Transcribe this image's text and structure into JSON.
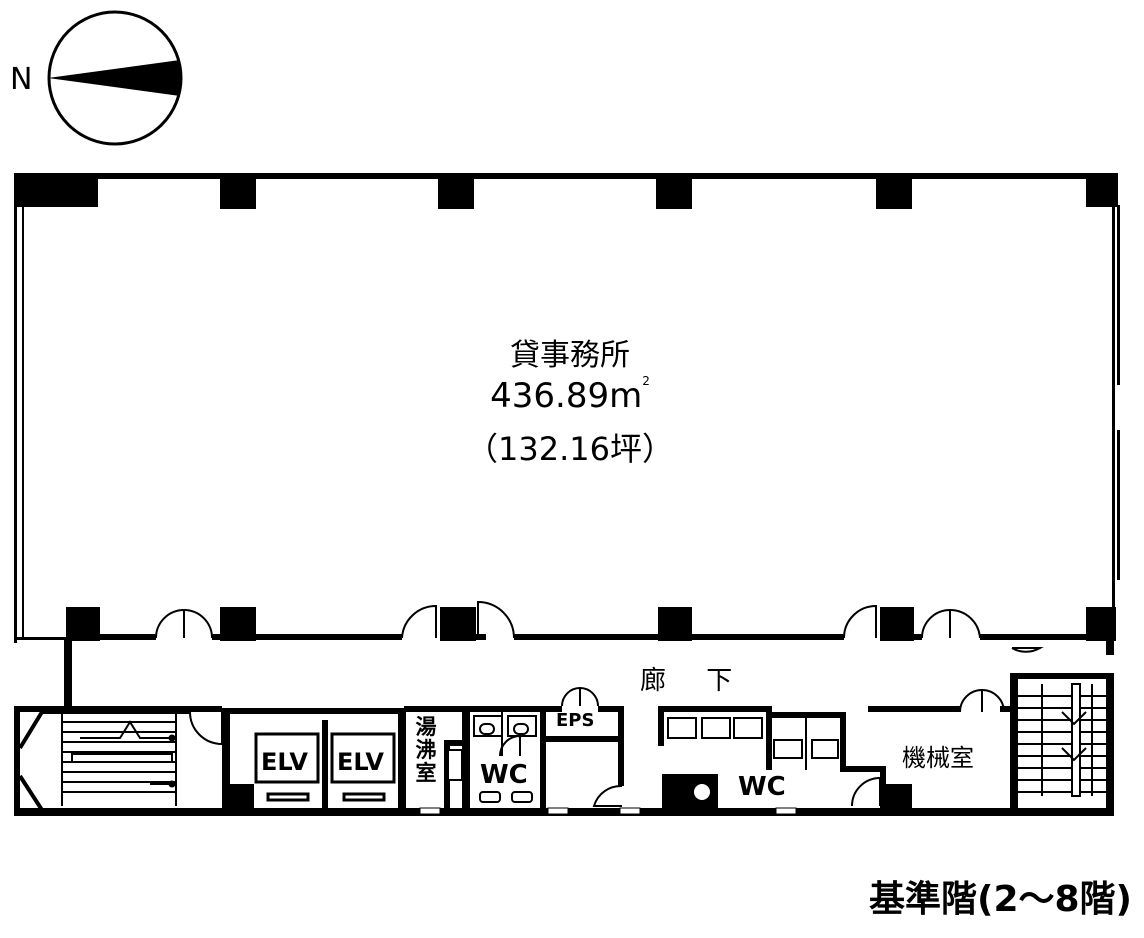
{
  "compass": {
    "north_label": "N"
  },
  "office": {
    "name": "貸事務所",
    "area_m2": "436.89",
    "area_unit": "m",
    "area_unit_sup": "2",
    "area_tsubo": "（132.16坪）"
  },
  "rooms": {
    "corridor": "廊 下",
    "elevator_1": "ELV",
    "elevator_2": "ELV",
    "kitchenette_line1": "湯",
    "kitchenette_line2": "沸",
    "kitchenette_line3": "室",
    "eps": "EPS",
    "wc_1": "WC",
    "wc_2": "WC",
    "machine_room": "機械室"
  },
  "caption": "基準階(2～8階)"
}
